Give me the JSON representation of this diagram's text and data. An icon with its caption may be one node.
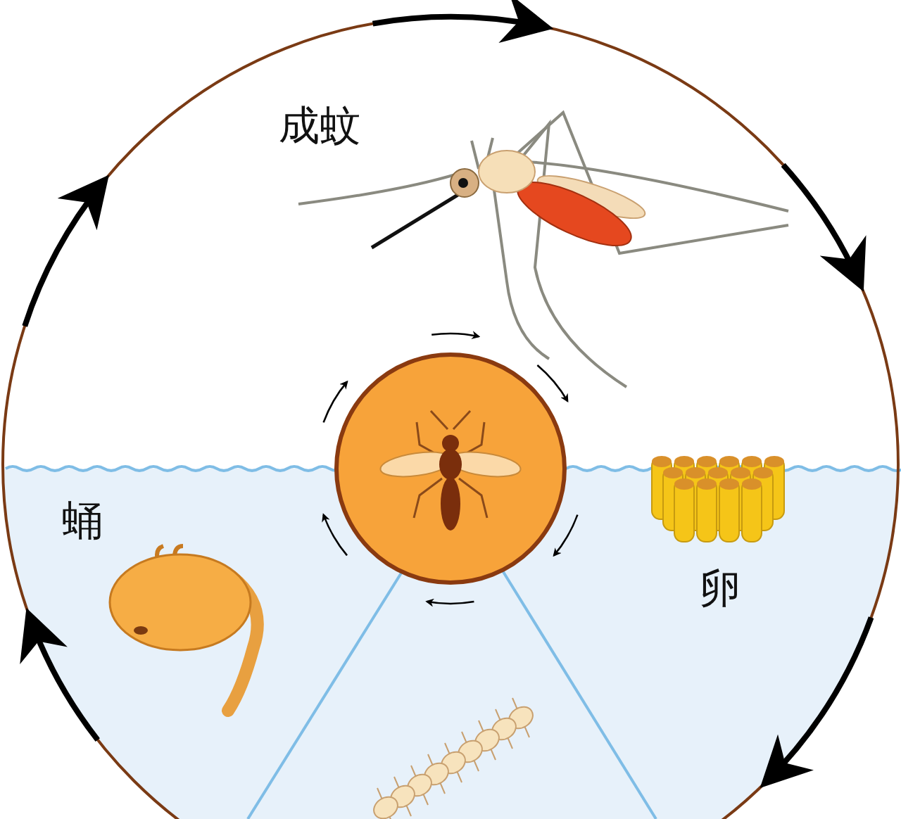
{
  "diagram": {
    "nodes": [
      {
        "text": [
          "成蚊"
        ]
      },
      {
        "text": [
          "卵"
        ]
      },
      {
        "text": [
          "蛹"
        ]
      }
    ]
  }
}
